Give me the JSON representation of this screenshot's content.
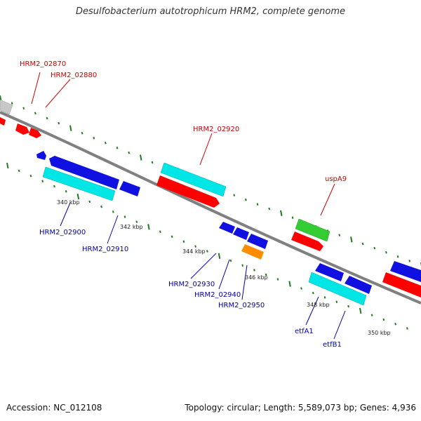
{
  "title": "Desulfobacterium autotrophicum HRM2, complete genome",
  "footer": {
    "accession": "Accession: NC_012108",
    "summary": "Topology: circular; Length: 5,589,073 bp; Genes: 4,936"
  },
  "scale_labels": [
    "340 kbp",
    "342 kbp",
    "344 kbp",
    "346 kbp",
    "348 kbp",
    "350 kbp"
  ],
  "gene_labels": {
    "HRM2_02870": "HRM2_02870",
    "HRM2_02880": "HRM2_02880",
    "HRM2_02920": "HRM2_02920",
    "uspA9": "uspA9",
    "HRM2_02900": "HRM2_02900",
    "HRM2_02910": "HRM2_02910",
    "HRM2_02930": "HRM2_02930",
    "HRM2_02940": "HRM2_02940",
    "HRM2_02950": "HRM2_02950",
    "etfA1": "etfA1",
    "etfB1": "etfB1"
  },
  "colors": {
    "backbone": "#808080",
    "forward_cds": "#ff0000",
    "forward_rna": "#00e5e5",
    "reverse_cds": "#1010e0",
    "misc_gene": "#33cc33",
    "orf": "#ff8c00",
    "grey_feature": "#c8c8c8",
    "tick": "#207a20"
  }
}
